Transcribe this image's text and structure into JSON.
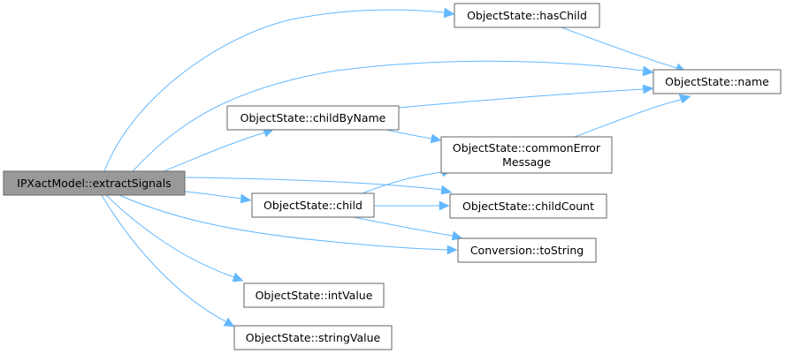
{
  "graph": {
    "nodes": {
      "root": {
        "label": "IPXactModel::extractSignals"
      },
      "has_child": {
        "label": "ObjectState::hasChild"
      },
      "name": {
        "label": "ObjectState::name"
      },
      "child_by_name": {
        "label": "ObjectState::childByName"
      },
      "common_error_message": {
        "label_lines": [
          "ObjectState::commonError",
          "Message"
        ]
      },
      "child": {
        "label": "ObjectState::child"
      },
      "child_count": {
        "label": "ObjectState::childCount"
      },
      "to_string": {
        "label": "Conversion::toString"
      },
      "int_value": {
        "label": "ObjectState::intValue"
      },
      "string_value": {
        "label": "ObjectState::stringValue"
      }
    },
    "edges": [
      [
        "root",
        "has_child"
      ],
      [
        "root",
        "name"
      ],
      [
        "root",
        "child_by_name"
      ],
      [
        "root",
        "child_count"
      ],
      [
        "root",
        "child"
      ],
      [
        "root",
        "to_string"
      ],
      [
        "root",
        "int_value"
      ],
      [
        "root",
        "string_value"
      ],
      [
        "has_child",
        "name"
      ],
      [
        "child_by_name",
        "name"
      ],
      [
        "child_by_name",
        "common_error_message"
      ],
      [
        "common_error_message",
        "name"
      ],
      [
        "child",
        "common_error_message"
      ],
      [
        "child",
        "child_count"
      ],
      [
        "child",
        "to_string"
      ]
    ],
    "colors": {
      "edge": "#63b8ff",
      "root_fill": "#999999",
      "node_border": "#666666"
    }
  }
}
